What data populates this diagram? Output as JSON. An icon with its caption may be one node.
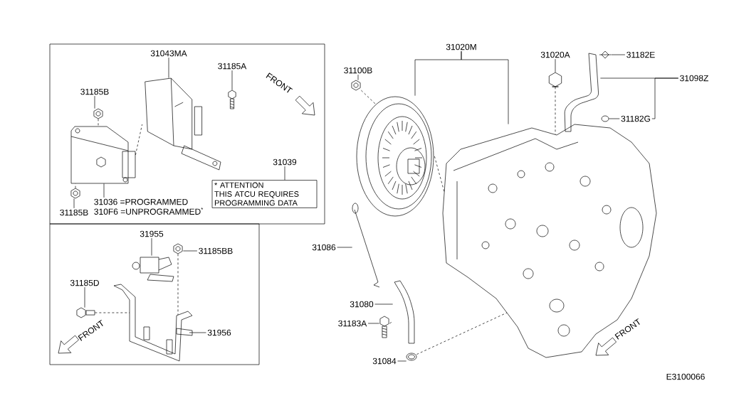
{
  "diagram": {
    "nodes": [
      {
        "text": [],
        "shape": "box"
      },
      {
        "text": [
          "31043MA"
        ],
        "in": 0
      },
      {
        "text": [],
        "shape": "picture",
        "in": 0
      },
      {
        "text": [
          "31185A"
        ],
        "in": 0
      },
      {
        "text": [],
        "shape": "picture",
        "in": 0
      },
      {
        "text": [
          "31185B"
        ],
        "in": 0
      },
      {
        "text": [],
        "shape": "picture",
        "in": 0
      },
      {
        "text": [],
        "shape": "picture",
        "in": 0
      },
      {
        "text": [
          "31185B"
        ],
        "in": 0
      },
      {
        "text": [],
        "shape": "picture",
        "in": 0
      },
      {
        "text": [
          "31036 =PROGRAMMED"
        ],
        "in": 0
      },
      {
        "text": [
          "310F6 =UNPROGRAMMED$^{*}$"
        ],
        "in": 0
      },
      {
        "text": [
          "31039"
        ],
        "in": 0
      },
      {
        "text": [
          "* ATTENTION",
          "THIS ATCU REQUIRES PROGRAMMING DATA"
        ],
        "in": 0
      },
      {
        "text": [],
        "shape": "box"
      },
      {
        "text": [
          "31955"
        ],
        "in": 14
      },
      {
        "text": [],
        "shape": "picture",
        "in": 14
      },
      {
        "text": [
          "31185BB"
        ],
        "in": 14
      },
      {
        "text": [],
        "shape": "picture",
        "in": 14
      },
      {
        "text": [
          "31185D"
        ],
        "in": 14
      },
      {
        "text": [],
        "shape": "picture",
        "in": 14
      },
      {
        "text": [
          "31956"
        ],
        "in": 14
      },
      {
        "text": [],
        "shape": "picture",
        "in": 14
      },
      {
        "text": [
          "31020M"
        ]
      },
      {
        "text": [],
        "shape": "picture"
      },
      {
        "text": [],
        "shape": "picture"
      },
      {
        "text": [
          "31100B"
        ]
      },
      {
        "text": [],
        "shape": "picture"
      },
      {
        "text": [
          "31020A"
        ]
      },
      {
        "text": [],
        "shape": "picture"
      },
      {
        "text": [],
        "shape": "picture"
      },
      {
        "text": [
          "31182E"
        ]
      },
      {
        "text": [],
        "shape": "picture"
      },
      {
        "text": [
          "31098Z"
        ]
      },
      {
        "text": [
          "31182G"
        ]
      },
      {
        "text": [],
        "shape": "picture"
      },
      {
        "text": [
          "31086"
        ]
      },
      {
        "text": [],
        "shape": "picture"
      },
      {
        "text": [
          "31080"
        ]
      },
      {
        "text": [],
        "shape": "picture"
      },
      {
        "text": [
          "31183A"
        ]
      },
      {
        "text": [],
        "shape": "picture"
      },
      {
        "text": [
          "31084"
        ]
      },
      {
        "text": [],
        "shape": "picture"
      }
    ],
    "edges": [
      {
        "from": 1,
        "to": 2,
        "arrow": "none"
      },
      {
        "from": 3,
        "to": 4,
        "arrow": "none"
      },
      {
        "from": 5,
        "to": 6,
        "arrow": "none"
      },
      {
        "from": 10,
        "to": 7,
        "arrow": "none"
      },
      {
        "from": 8,
        "to": 9,
        "arrow": "none"
      },
      {
        "from": 12,
        "to": 13,
        "arrow": "none"
      },
      {
        "from": 15,
        "to": 16,
        "arrow": "none"
      },
      {
        "from": 17,
        "to": 18,
        "arrow": "none"
      },
      {
        "from": 19,
        "to": 20,
        "arrow": "none"
      },
      {
        "from": 21,
        "to": 22,
        "arrow": "none"
      },
      {
        "from": 23,
        "to": 24,
        "arrow": "none"
      },
      {
        "from": 23,
        "to": 25,
        "arrow": "none"
      },
      {
        "from": 26,
        "to": 27,
        "arrow": "none"
      },
      {
        "from": 28,
        "to": 29,
        "arrow": "none"
      },
      {
        "from": 31,
        "to": 30,
        "arrow": "none"
      },
      {
        "from": 33,
        "to": 32,
        "arrow": "none"
      },
      {
        "from": 33,
        "to": 34,
        "arrow": "none"
      },
      {
        "from": 34,
        "to": 35,
        "arrow": "none"
      },
      {
        "from": 36,
        "to": 37,
        "arrow": "none"
      },
      {
        "from": 38,
        "to": 39,
        "arrow": "none"
      },
      {
        "from": 40,
        "to": 41,
        "arrow": "none"
      },
      {
        "from": 42,
        "to": 43,
        "arrow": "none"
      },
      {
        "from": 6,
        "to": 7,
        "arrow": "none",
        "style": "dashed"
      },
      {
        "from": 7,
        "to": 2,
        "arrow": "none",
        "style": "dashed"
      },
      {
        "from": 9,
        "to": 7,
        "arrow": "none",
        "style": "dashed"
      },
      {
        "from": 18,
        "to": 22,
        "arrow": "none",
        "style": "dashed"
      },
      {
        "from": 20,
        "to": 22,
        "arrow": "none",
        "style": "dashed"
      },
      {
        "from": 27,
        "to": 24,
        "arrow": "none",
        "style": "dashed"
      },
      {
        "from": 24,
        "to": 25,
        "arrow": "none",
        "style": "dashed"
      },
      {
        "from": 29,
        "to": 25,
        "arrow": "none",
        "style": "dashed"
      },
      {
        "from": 43,
        "to": 25,
        "arrow": "none",
        "style": "dashed"
      },
      {
        "from": 41,
        "to": 39,
        "arrow": "none",
        "style": "dashed"
      }
    ],
    "labels": [
      "FRONT",
      "FRONT",
      "FRONT",
      "E3100066"
    ]
  }
}
